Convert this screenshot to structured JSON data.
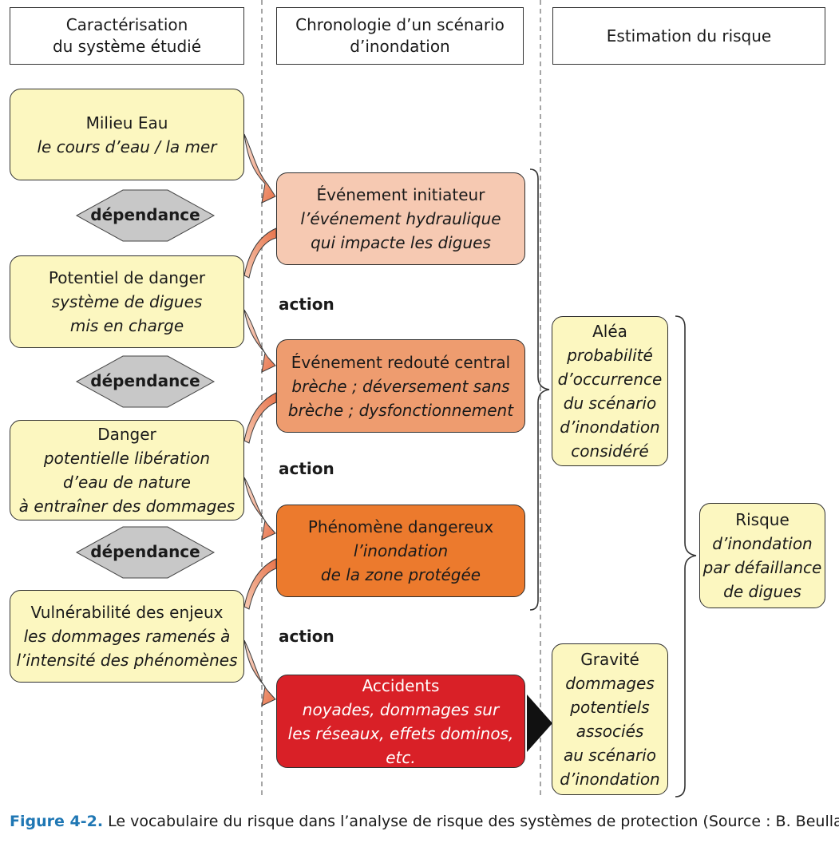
{
  "headers": {
    "col1": [
      "Caractérisation",
      "du système étudié"
    ],
    "col2": [
      "Chronologie d’un scénario",
      "d’inondation"
    ],
    "col3": "Estimation du risque"
  },
  "left_boxes": [
    {
      "title": "Milieu Eau",
      "lines": [
        "le cours d’eau / la mer"
      ]
    },
    {
      "title": "Potentiel de danger",
      "lines": [
        "système de digues",
        "mis en charge"
      ]
    },
    {
      "title": "Danger",
      "lines": [
        "potentielle libération",
        "d’eau de nature",
        "à entraîner des dommages"
      ]
    },
    {
      "title": "Vulnérabilité des enjeux",
      "lines": [
        "les dommages ramenés à",
        "l’intensité des phénomènes"
      ]
    }
  ],
  "dependance_label": "dépendance",
  "middle_boxes": [
    {
      "title": "Événement initiateur",
      "lines": [
        "l’événement hydraulique",
        "qui impacte les digues"
      ]
    },
    {
      "title": "Événement redouté central",
      "lines": [
        "brèche ; déversement sans",
        "brèche ; dysfonctionnement"
      ]
    },
    {
      "title": "Phénomène dangereux",
      "lines": [
        "l’inondation",
        "de la zone protégée"
      ]
    },
    {
      "title": "Accidents",
      "lines": [
        "noyades, dommages sur",
        "les réseaux, effets dominos, etc."
      ]
    }
  ],
  "action_label": "action",
  "right_boxes": {
    "alea": {
      "title": "Aléa",
      "lines": [
        "probabilité",
        "d’occurrence",
        "du scénario",
        "d’inondation",
        "considéré"
      ]
    },
    "gravite": {
      "title": "Gravité",
      "lines": [
        "dommages",
        "potentiels",
        "associés",
        "au scénario",
        "d’inondation"
      ]
    },
    "risque": {
      "title": "Risque",
      "lines": [
        "d’inondation",
        "par défaillance",
        "de digues"
      ]
    }
  },
  "caption": {
    "figure": "Figure 4-2.",
    "text": "Le vocabulaire du risque dans l’analyse de risque des systèmes de protection (Source : B. Beullac)."
  },
  "colors": {
    "yellow_box": "#fcf7c0",
    "initiateur": "#f6c9b2",
    "redoute": "#ee9c6f",
    "phenomene": "#ec7a2d",
    "accidents": "#d92027",
    "dependance_arrow": "#c8c8c8",
    "caption_accent": "#1f77b4"
  }
}
